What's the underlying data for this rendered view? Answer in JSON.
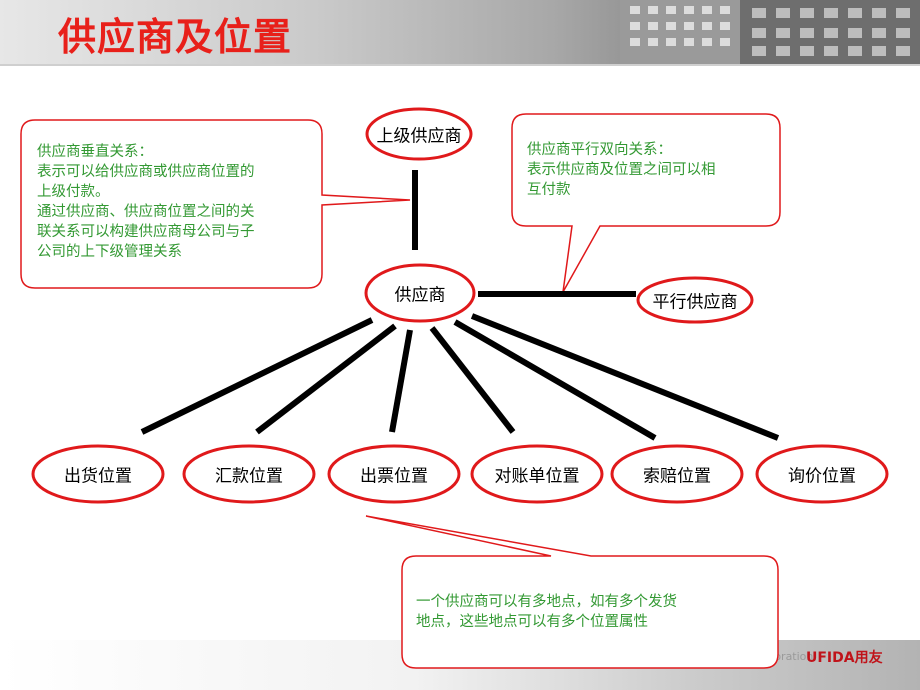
{
  "title": "供应商及位置",
  "nodes": {
    "parent_supplier": "上级供应商",
    "supplier": "供应商",
    "parallel_supplier": "平行供应商",
    "locations": [
      "出货位置",
      "汇款位置",
      "出票位置",
      "对账单位置",
      "索赔位置",
      "询价位置"
    ]
  },
  "callouts": {
    "vertical": {
      "lines": [
        "供应商垂直关系：",
        "表示可以给供应商或供应商位置的",
        "上级付款。",
        "通过供应商、供应商位置之间的关",
        "联关系可以构建供应商母公司与子",
        "公司的上下级管理关系"
      ]
    },
    "parallel": {
      "lines": [
        "供应商平行双向关系：",
        "表示供应商及位置之间可以相",
        "互付款"
      ]
    },
    "multi_location": {
      "lines": [
        "一个供应商可以有多地点，如有多个发货",
        "地点，这些地点可以有多个位置属性"
      ]
    }
  },
  "footer": {
    "text": "2008 UFIDA Software Corporation",
    "logo": "UFIDA用友"
  },
  "colors": {
    "title": "#e8201a",
    "ellipse_stroke": "#e0191b",
    "callout_text": "#339933",
    "connector": "#000000"
  }
}
